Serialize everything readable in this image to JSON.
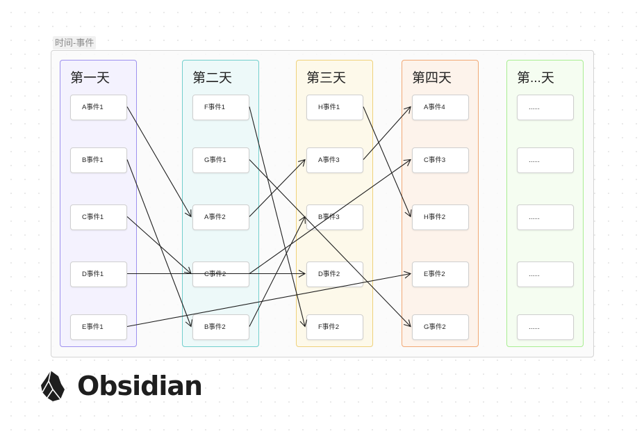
{
  "group": {
    "label": "时间-事件"
  },
  "days": [
    {
      "title": "第一天",
      "border": "#9d90ee",
      "fill": "#f4f2fe",
      "cards": [
        "A事件1",
        "B事件1",
        "C事件1",
        "D事件1",
        "E事件1"
      ]
    },
    {
      "title": "第二天",
      "border": "#72cfcd",
      "fill": "#edf9f9",
      "cards": [
        "F事件1",
        "G事件1",
        "A事件2",
        "C事件2",
        "B事件2"
      ]
    },
    {
      "title": "第三天",
      "border": "#efd17b",
      "fill": "#fdf9ea",
      "cards": [
        "H事件1",
        "A事件3",
        "B事件3",
        "D事件2",
        "F事件2"
      ]
    },
    {
      "title": "第四天",
      "border": "#f1a874",
      "fill": "#fdf3eb",
      "cards": [
        "A事件4",
        "C事件3",
        "H事件2",
        "E事件2",
        "G事件2"
      ]
    },
    {
      "title": "第...天",
      "border": "#a9ee92",
      "fill": "#f5fdf1",
      "cards": [
        "......",
        "......",
        "......",
        "......",
        "......"
      ]
    }
  ],
  "edges": [
    {
      "from": "A事件1",
      "to": "A事件2"
    },
    {
      "from": "B事件1",
      "to": "B事件2"
    },
    {
      "from": "C事件1",
      "to": "C事件2"
    },
    {
      "from": "D事件1",
      "to": "D事件2"
    },
    {
      "from": "E事件1",
      "to": "E事件2"
    },
    {
      "from": "F事件1",
      "to": "F事件2"
    },
    {
      "from": "G事件1",
      "to": "G事件2"
    },
    {
      "from": "A事件2",
      "to": "A事件3"
    },
    {
      "from": "C事件2",
      "to": "C事件3"
    },
    {
      "from": "B事件2",
      "to": "B事件3"
    },
    {
      "from": "H事件1",
      "to": "H事件2"
    },
    {
      "from": "A事件3",
      "to": "A事件4"
    }
  ],
  "brand": {
    "name": "Obsidian"
  }
}
